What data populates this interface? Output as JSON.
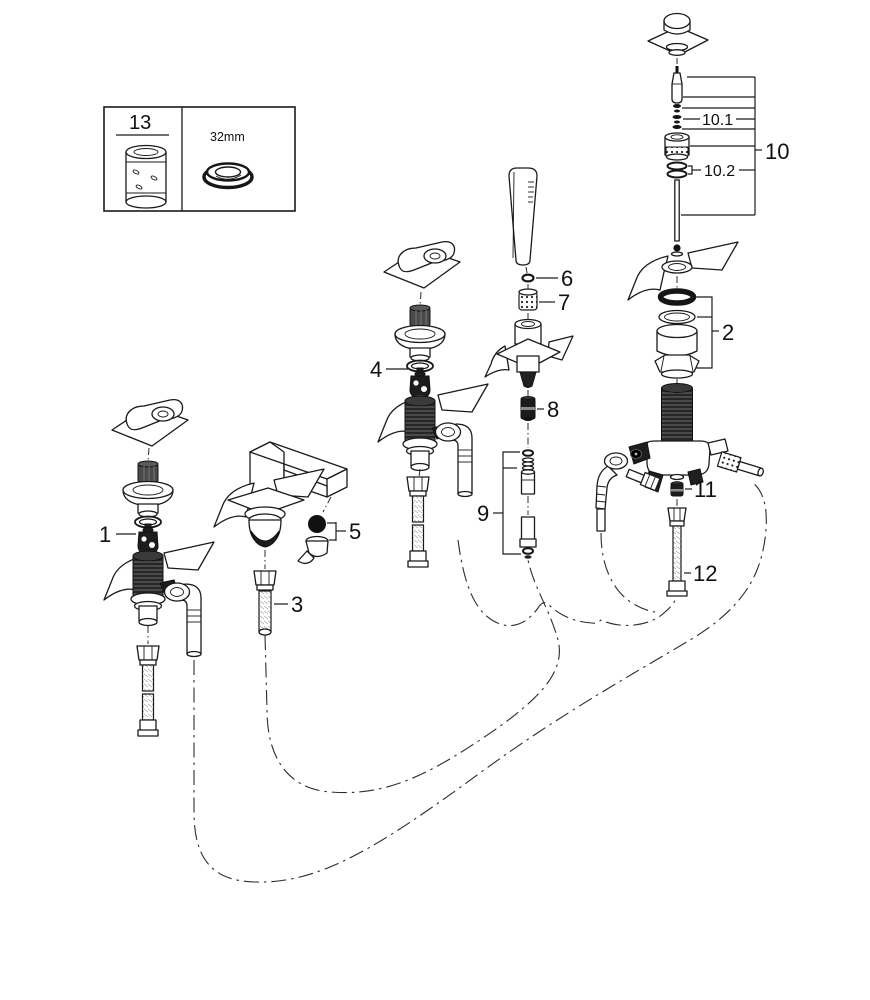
{
  "page": {
    "background": "#ffffff",
    "line_color": "#1a1a1a"
  },
  "legend": {
    "tool_ref": "13",
    "tool_size": "32mm"
  },
  "callouts": {
    "c1": "1",
    "c2": "2",
    "c3": "3",
    "c4": "4",
    "c5": "5",
    "c6": "6",
    "c7": "7",
    "c8": "8",
    "c9": "9",
    "c10": "10",
    "c10_1": "10.1",
    "c10_2": "10.2",
    "c11": "11",
    "c12": "12"
  }
}
